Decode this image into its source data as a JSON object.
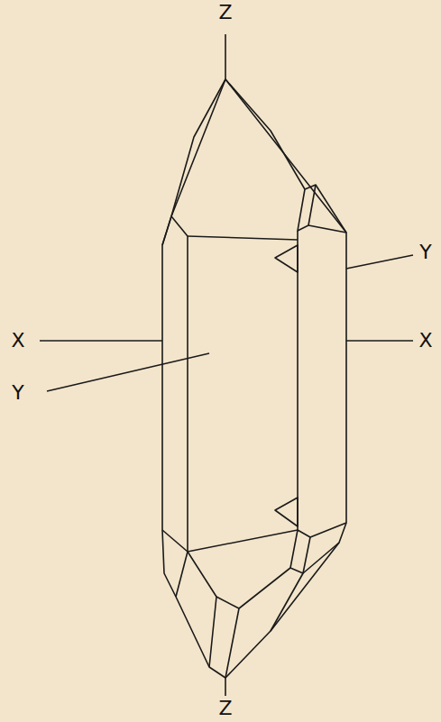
{
  "diagram": {
    "labels": [
      "Z",
      "Y",
      "X",
      "X",
      "Y",
      "Z"
    ]
  }
}
